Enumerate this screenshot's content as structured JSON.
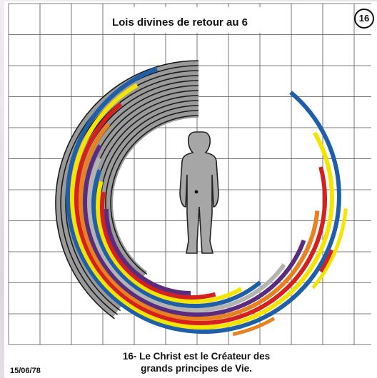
{
  "title": "Lois divines de retour au 6",
  "badge": "16",
  "caption": {
    "line1": "16- Le Christ est le Créateur des",
    "line2": "grands principes de Vie."
  },
  "date": "15/06/78",
  "colors": {
    "grid": "#555555",
    "ring_gray": "#9a9a9a",
    "blue": "#1f5fa8",
    "yellow": "#f4e400",
    "red": "#d62020",
    "purple": "#5a2c7e",
    "orange": "#e8821e",
    "light_gray": "#b3b3b3",
    "figure": "#a6a6a6"
  },
  "figure": "human-silhouette"
}
